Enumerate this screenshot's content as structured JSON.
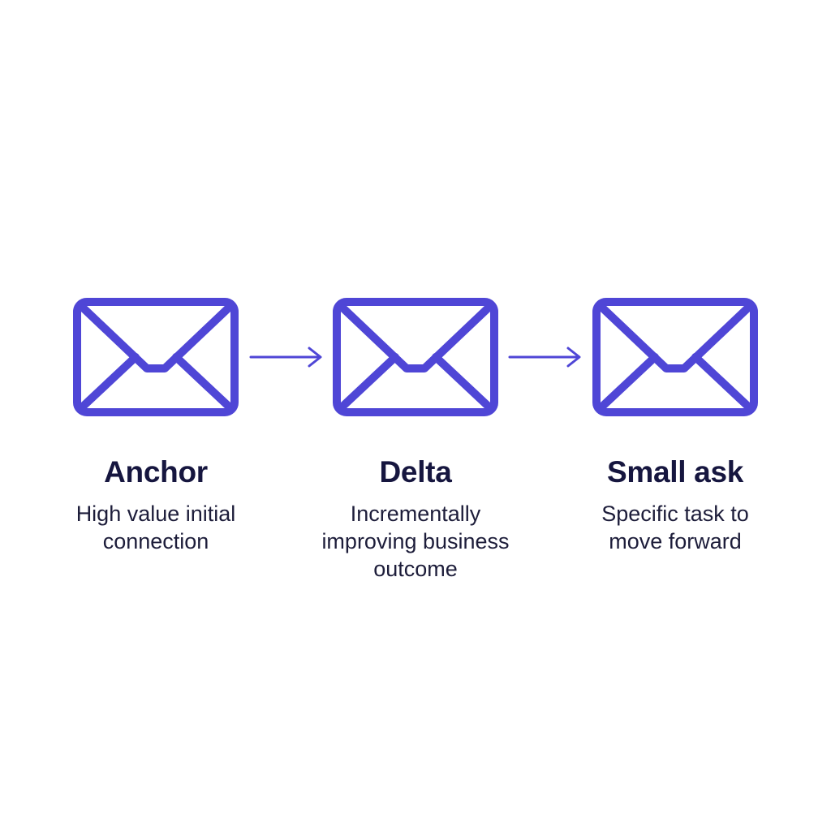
{
  "colors": {
    "accent": "#4f46d6",
    "title_text": "#16163f",
    "body_text": "#1d1d3a",
    "background": "#ffffff"
  },
  "steps": [
    {
      "icon": "envelope-icon",
      "title": "Anchor",
      "description_lines": [
        "High value initial",
        "connection"
      ]
    },
    {
      "icon": "envelope-icon",
      "title": "Delta",
      "description_lines": [
        "Incrementally",
        "improving business",
        "outcome"
      ]
    },
    {
      "icon": "envelope-icon",
      "title": "Small ask",
      "description_lines": [
        "Specific task to",
        "move forward"
      ]
    }
  ],
  "connectors": [
    {
      "icon": "arrow-right-icon"
    },
    {
      "icon": "arrow-right-icon"
    }
  ]
}
